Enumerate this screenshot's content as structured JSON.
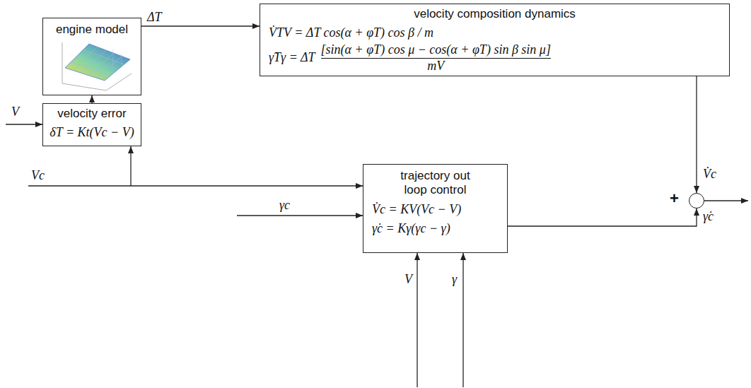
{
  "diagram": {
    "nodes": [
      {
        "text": [
          "engine model"
        ]
      },
      {
        "text": [
          "velocity composition dynamics",
          "V̇TV = ΔT cos(α + φT) cos β / m",
          "γ̇Tγ = ΔT",
          "[sin(α + φT) cos μ − cos(α + φT) sin β sin μ]",
          "mV"
        ]
      },
      {
        "text": [
          "velocity error",
          "δT = Kt(Vc − V)"
        ]
      },
      {
        "text": [
          "trajectory out loop control",
          "V̇c = KV(Vc − V)",
          "γ̇c = Kγ(γc − γ)"
        ]
      },
      {
        "text": [
          "+"
        ]
      }
    ],
    "edges": [
      {
        "from": 2,
        "to": 0,
        "arrow": "to"
      },
      {
        "from": 0,
        "to": 1,
        "arrow": "to",
        "label": "ΔT"
      },
      {
        "from": 1,
        "to": 4,
        "arrow": "to"
      },
      {
        "from": 3,
        "to": 4,
        "arrow": "to"
      }
    ],
    "labels": [
      "V",
      "Vc",
      "γc",
      "V",
      "γ",
      "V̇c",
      "γ̇c"
    ]
  }
}
